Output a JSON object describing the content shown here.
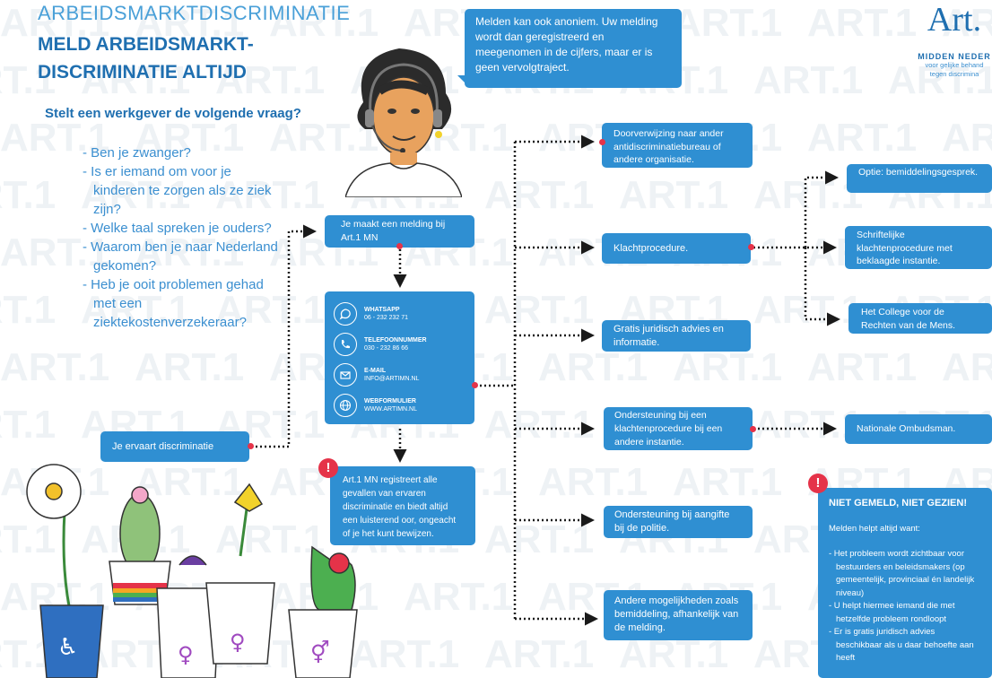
{
  "header": {
    "subtitle": "ARBEIDSMARKTDISCRIMINATIE",
    "title_line1": "MELD ARBEIDSMARKT-",
    "title_line2": "DISCRIMINATIE ALTIJD"
  },
  "logo": {
    "name": "Art.",
    "region": "MIDDEN NEDER",
    "tagline1": "voor gelijke behand",
    "tagline2": "tegen discrimina"
  },
  "questions": {
    "heading": "Stelt een werkgever de volgende vraag?",
    "items": [
      "- Ben je zwanger?",
      "- Is er iemand om voor je kinderen te zorgen als ze ziek zijn?",
      "- Welke taal spreken je ouders?",
      "- Waarom ben je naar Nederland gekomen?",
      "- Heb je ooit problemen gehad met een ziektekostenverzekeraar?"
    ]
  },
  "speech": "Melden kan ook anoniem. Uw melding wordt dan geregistreerd en meegenomen in de cijfers, maar er is geen vervolgtraject.",
  "flow": {
    "start": "Je ervaart discriminatie",
    "report": "Je maakt een melding bij Art.1 MN",
    "contacts": [
      {
        "label": "WHATSAPP",
        "value": "06 - 232 232 71",
        "icon": "whatsapp-icon"
      },
      {
        "label": "TELEFOONNUMMER",
        "value": "030 - 232 86 66",
        "icon": "phone-icon"
      },
      {
        "label": "E-MAIL",
        "value": "INFO@ARTIMN.NL",
        "icon": "mail-icon"
      },
      {
        "label": "WEBFORMULIER",
        "value": "WWW.ARTIMN.NL",
        "icon": "globe-icon"
      }
    ],
    "registers": "Art.1 MN registreert alle gevallen van ervaren discriminatie en biedt altijd een luisterend oor, ongeacht of je het kunt bewijzen.",
    "options": [
      "Doorverwijzing naar ander antidiscriminatiebureau of andere organisatie.",
      "Klachtprocedure.",
      "Gratis juridisch advies en informatie.",
      "Ondersteuning bij een klachtenprocedure bij een andere instantie.",
      "Ondersteuning bij aangifte bij de politie.",
      "Andere mogelijkheden zoals bemiddeling, afhankelijk van de melding."
    ],
    "outcomes": [
      "Optie: bemiddelingsgesprek.",
      "Schriftelijke klachtenprocedure met beklaagde instantie.",
      "Het College voor de Rechten van de Mens.",
      "Nationale Ombudsman."
    ]
  },
  "notice": {
    "heading": "NIET GEMELD, NIET GEZIEN!",
    "intro": "Melden helpt altijd want:",
    "items": [
      "- Het probleem wordt zichtbaar voor bestuurders en beleidsmakers (op gemeentelijk, provinciaal én landelijk niveau)",
      "- U helpt hiermee iemand die met hetzelfde probleem rondloopt",
      "- Er is gratis juridisch advies beschikbaar als u daar behoefte aan heeft"
    ]
  },
  "watermark_text": "ART.1",
  "colors": {
    "primary": "#1f6fb0",
    "box": "#2f8fd2",
    "light": "#4aa0d8",
    "accent": "#e53349"
  }
}
